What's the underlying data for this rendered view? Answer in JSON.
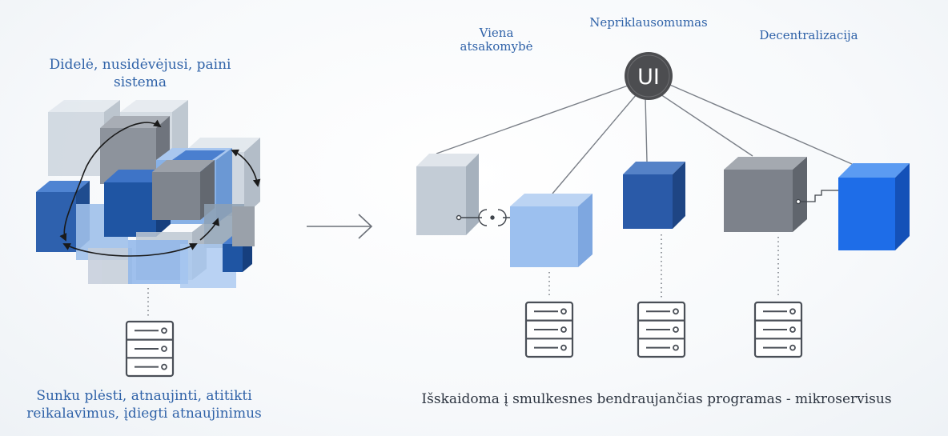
{
  "monolith": {
    "title": "Didelė, nusidėvėjusi, paini sistema",
    "caption_line1": "Sunku plėsti, atnaujinti, atitikti",
    "caption_line2": "reikalavimus, įdiegti atnaujinimus"
  },
  "microservices": {
    "ui_label": "UI",
    "principles": {
      "single_responsibility_line1": "Viena",
      "single_responsibility_line2": "atsakomybė",
      "independence": "Nepriklausomumas",
      "decentralization": "Decentralizacija"
    },
    "caption": "Išskaidoma į smulkesnes bendraujančias programas - mikroservisus"
  },
  "colors": {
    "label_blue": "#2f62a8",
    "dark_blue": "#2a5aa8",
    "light_blue": "#9cc0ef",
    "bright_blue": "#1e6de8",
    "gray": "#7d828b",
    "pale_gray": "#c3ccd6",
    "ui_circle": "#4a4a4a"
  },
  "icons": [
    "server-stack-icon",
    "arrow-right-icon",
    "ui-circle-icon",
    "connector-icon"
  ]
}
